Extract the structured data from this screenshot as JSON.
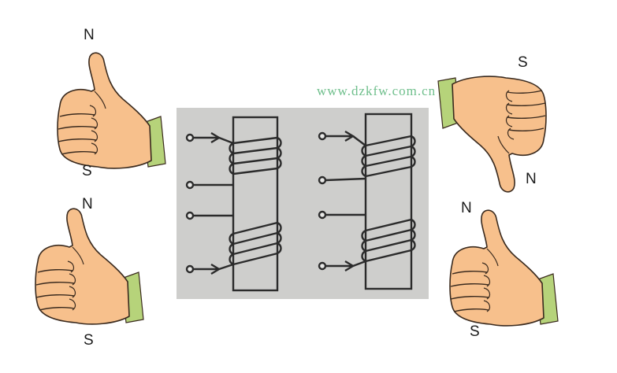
{
  "watermark": "www.dzkfw.com.cn",
  "hands": {
    "top_left": {
      "top": "N",
      "bottom": "S",
      "direction": "thumb-up"
    },
    "bottom_left": {
      "top": "N",
      "bottom": "S",
      "direction": "thumb-up"
    },
    "top_right": {
      "top": "S",
      "bottom": "N",
      "direction": "thumb-down"
    },
    "bottom_right": {
      "top": "N",
      "bottom": "S",
      "direction": "thumb-up"
    }
  },
  "colors": {
    "skin": "#f7c08c",
    "skin_outline": "#3a2a1e",
    "sleeve": "#b6d37a",
    "photo_bg": "#c8c8c6",
    "ink": "#2b2b2b",
    "watermark": "#6fbf8c"
  },
  "icons": [
    "right-hand-thumb-icon",
    "solenoid-coil-icon",
    "terminal-arrow-icon"
  ]
}
